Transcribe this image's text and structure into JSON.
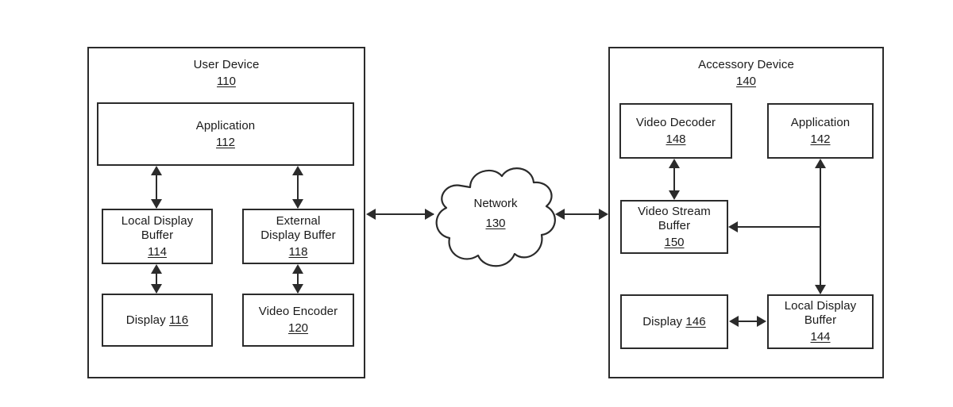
{
  "figure": {
    "type": "patent-block-diagram",
    "devices": [
      {
        "id": "user-device",
        "title": "User Device",
        "ref": "110",
        "blocks": [
          {
            "id": "application-112",
            "lines": [
              "Application"
            ],
            "ref": "112"
          },
          {
            "id": "local-display-buffer-114",
            "lines": [
              "Local Display",
              "Buffer"
            ],
            "ref": "114"
          },
          {
            "id": "external-display-buffer-118",
            "lines": [
              "External",
              "Display Buffer"
            ],
            "ref": "118"
          },
          {
            "id": "display-116",
            "inline_label": "Display",
            "ref": "116"
          },
          {
            "id": "video-encoder-120",
            "lines": [
              "Video Encoder"
            ],
            "ref": "120"
          }
        ]
      },
      {
        "id": "accessory-device",
        "title": "Accessory Device",
        "ref": "140",
        "blocks": [
          {
            "id": "video-decoder-148",
            "lines": [
              "Video Decoder"
            ],
            "ref": "148"
          },
          {
            "id": "application-142",
            "lines": [
              "Application"
            ],
            "ref": "142"
          },
          {
            "id": "video-stream-buffer-150",
            "lines": [
              "Video Stream",
              "Buffer"
            ],
            "ref": "150"
          },
          {
            "id": "display-146",
            "inline_label": "Display",
            "ref": "146"
          },
          {
            "id": "local-display-buffer-144",
            "lines": [
              "Local Display",
              "Buffer"
            ],
            "ref": "144"
          }
        ]
      }
    ],
    "network": {
      "label": "Network",
      "ref": "130"
    },
    "connections": [
      {
        "from": "application-112",
        "to": "local-display-buffer-114",
        "style": "double"
      },
      {
        "from": "application-112",
        "to": "external-display-buffer-118",
        "style": "double"
      },
      {
        "from": "local-display-buffer-114",
        "to": "display-116",
        "style": "double"
      },
      {
        "from": "external-display-buffer-118",
        "to": "video-encoder-120",
        "style": "double"
      },
      {
        "from": "user-device",
        "to": "network",
        "style": "double"
      },
      {
        "from": "network",
        "to": "accessory-device",
        "style": "double"
      },
      {
        "from": "video-decoder-148",
        "to": "video-stream-buffer-150",
        "style": "double"
      },
      {
        "from": "application-142",
        "to": "local-display-buffer-144",
        "style": "double"
      },
      {
        "from": "application-142",
        "to": "video-stream-buffer-150",
        "style": "single-left"
      },
      {
        "from": "display-146",
        "to": "local-display-buffer-144",
        "style": "double"
      }
    ],
    "colors": {
      "stroke": "#2b2b2b",
      "background": "#ffffff",
      "text": "#1a1a1a"
    }
  }
}
